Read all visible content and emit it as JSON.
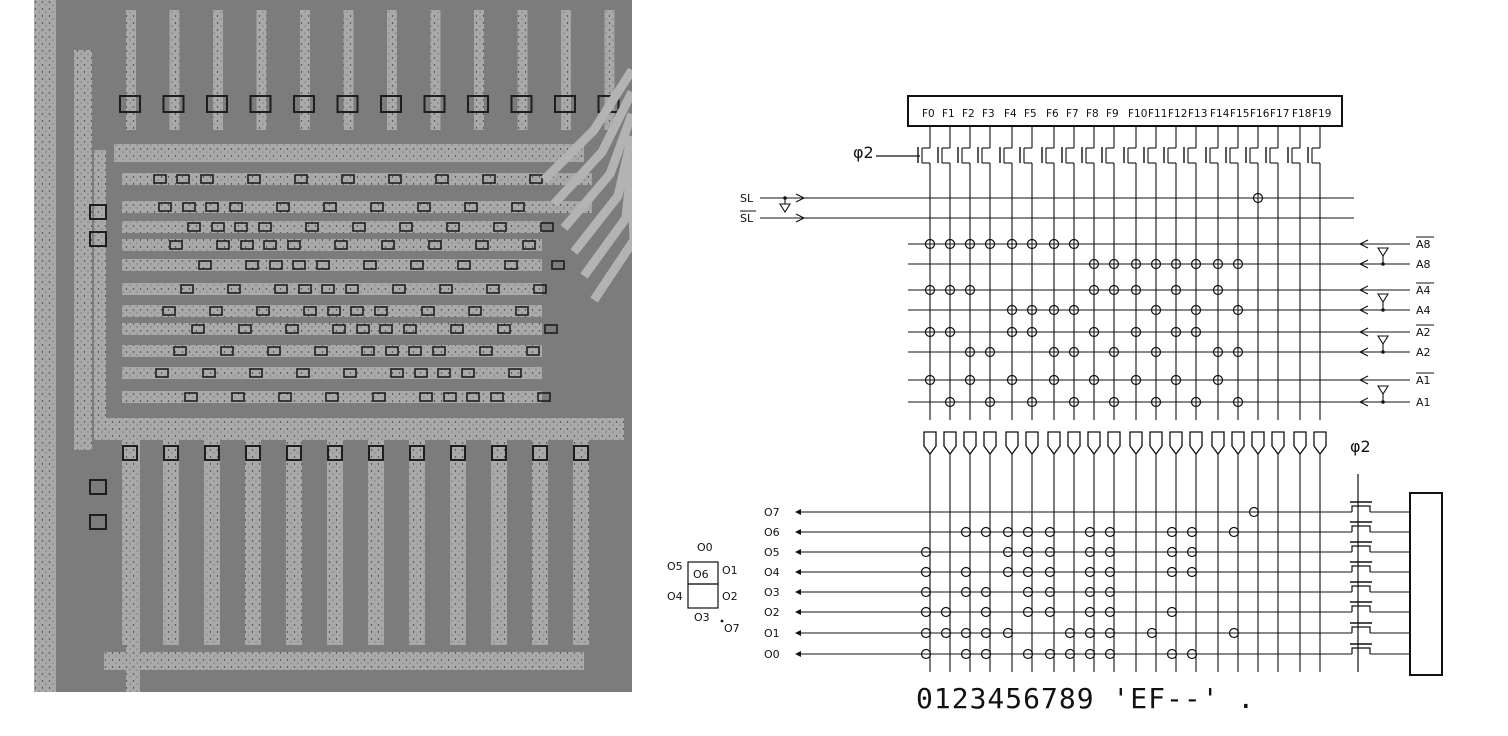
{
  "schematic": {
    "column_labels": [
      "F0",
      "F1",
      "F2",
      "F3",
      "F4",
      "F5",
      "F6",
      "F7",
      "F8",
      "F9",
      "F10",
      "F11",
      "F12",
      "F13",
      "F14",
      "F15",
      "F16",
      "F17",
      "F18",
      "F19"
    ],
    "clock_label": "φ2",
    "left_inputs": [
      "SL",
      "SL"
    ],
    "right_inputs": [
      "A8",
      "A8",
      "A4",
      "A4",
      "A2",
      "A2",
      "A1",
      "A1"
    ],
    "inverted_flags": [
      true,
      false,
      true,
      false,
      true,
      false,
      true,
      false
    ],
    "outputs": [
      "O7",
      "O6",
      "O5",
      "O4",
      "O3",
      "O2",
      "O1",
      "O0"
    ],
    "segment_labels": {
      "top": "O0",
      "tr": "O1",
      "br": "O2",
      "bottom": "O3",
      "bl": "O4",
      "tl": "O5",
      "middle": "O6",
      "dp": "O7"
    },
    "bottom_glyphs": "0123456789 'EF--' ."
  }
}
